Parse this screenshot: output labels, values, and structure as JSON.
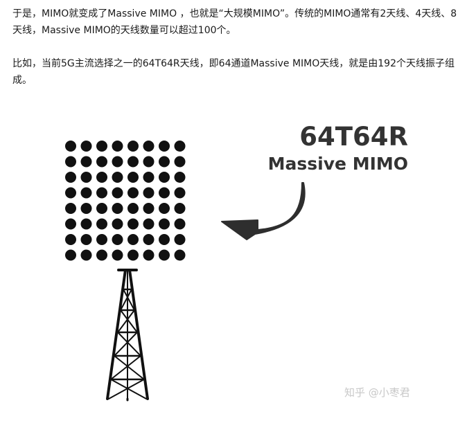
{
  "article": {
    "paragraph1": "于是，MIMO就变成了Massive MIMO ，也就是“大规模MIMO”。传统的MIMO通常有2天线、4天线、8天线，Massive MIMO的天线数量可以超过100个。",
    "paragraph2": "比如，当前5G主流选择之一的64T64R天线，即64通道Massive MIMO天线，就是由192个天线振子组成。"
  },
  "figure": {
    "title": "64T64R",
    "subtitle": "Massive MIMO",
    "array_rows": 8,
    "array_cols": 8,
    "watermark": "知乎 @小枣君"
  },
  "colors": {
    "text": "#1a1a1a",
    "figure_text": "#333333",
    "dots": "#111111",
    "arrow": "#2e2e2e",
    "watermark": "#c8c8c8"
  }
}
